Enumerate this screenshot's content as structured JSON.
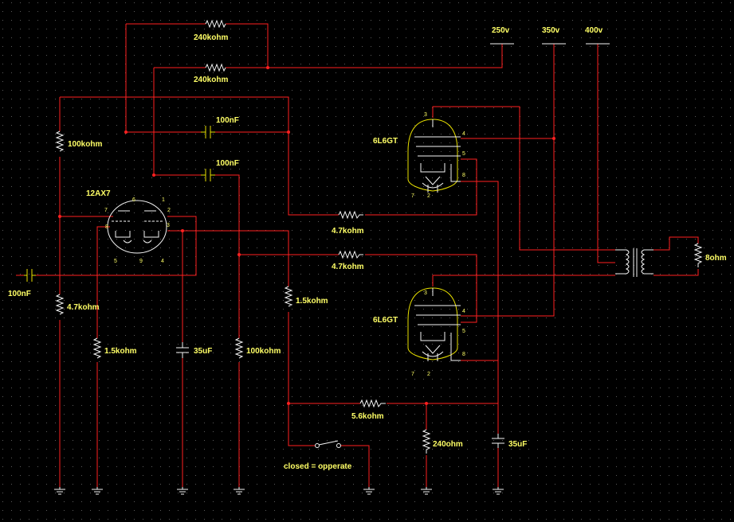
{
  "colors": {
    "background": "#000000",
    "grid": "#5a5a5a",
    "wire": "#ff2020",
    "component": "#f5f5f5",
    "tube": "#e8e000",
    "label": "#ffff66"
  },
  "labels": {
    "r240_top": "240kohm",
    "r240_second": "240kohm",
    "r100k_top": "100kohm",
    "cap100_top": "100nF",
    "cap100_second": "100nF",
    "tube_12ax7": "12AX7",
    "cap_input": "100nF",
    "r47_left": "4.7kohm",
    "r15_cathode": "1.5kohm",
    "cap35_cathode": "35uF",
    "r100k_bottom": "100kohm",
    "r15_mid": "1.5kohm",
    "r47_upper_grid": "4.7kohm",
    "r47_lower_grid": "4.7kohm",
    "r56": "5.6kohm",
    "r240ohm": "240ohm",
    "cap35_supply": "35uF",
    "switch_note": "closed = opperate",
    "tube_6l6_top": "6L6GT",
    "tube_6l6_bottom": "6L6GT",
    "v250": "250v",
    "v350": "350v",
    "v400": "400v",
    "speaker": "8ohm"
  },
  "tube_pins": {
    "t12ax7": [
      "6",
      "1",
      "7",
      "2",
      "8",
      "3",
      "5",
      "9",
      "4"
    ],
    "t6l6_top": [
      "3",
      "4",
      "5",
      "8",
      "7",
      "2"
    ],
    "t6l6_bottom": [
      "3",
      "4",
      "5",
      "8",
      "7",
      "2"
    ]
  }
}
